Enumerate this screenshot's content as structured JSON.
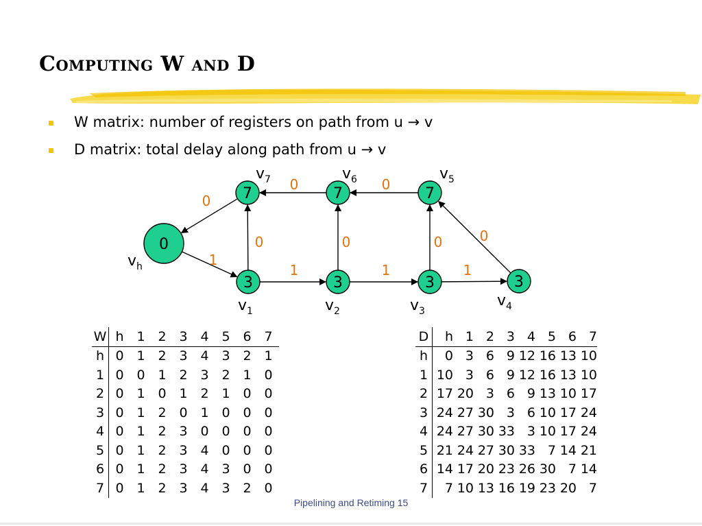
{
  "slide": {
    "title": "Computing W and D",
    "bullets": [
      "W matrix: number of registers on path from u → v",
      "D matrix: total delay along path from u → v"
    ],
    "footer": "Pipelining and Retiming 15"
  },
  "graph": {
    "nodes": [
      {
        "id": "vh",
        "delay": "0",
        "label": "v",
        "sub": "h"
      },
      {
        "id": "v1",
        "delay": "3",
        "label": "v",
        "sub": "1"
      },
      {
        "id": "v2",
        "delay": "3",
        "label": "v",
        "sub": "2"
      },
      {
        "id": "v3",
        "delay": "3",
        "label": "v",
        "sub": "3"
      },
      {
        "id": "v4",
        "delay": "3",
        "label": "v",
        "sub": "4"
      },
      {
        "id": "v5",
        "delay": "7",
        "label": "v",
        "sub": "5"
      },
      {
        "id": "v6",
        "delay": "7",
        "label": "v",
        "sub": "6"
      },
      {
        "id": "v7",
        "delay": "7",
        "label": "v",
        "sub": "7"
      }
    ],
    "edges": [
      {
        "from": "vh",
        "to": "v1",
        "weight": "1"
      },
      {
        "from": "v1",
        "to": "v2",
        "weight": "1"
      },
      {
        "from": "v2",
        "to": "v3",
        "weight": "1"
      },
      {
        "from": "v3",
        "to": "v4",
        "weight": "1"
      },
      {
        "from": "v4",
        "to": "v5",
        "weight": "0"
      },
      {
        "from": "v5",
        "to": "v6",
        "weight": "0"
      },
      {
        "from": "v6",
        "to": "v7",
        "weight": "0"
      },
      {
        "from": "v7",
        "to": "vh",
        "weight": "0"
      },
      {
        "from": "v1",
        "to": "v7",
        "weight": "0"
      },
      {
        "from": "v2",
        "to": "v6",
        "weight": "0"
      },
      {
        "from": "v3",
        "to": "v5",
        "weight": "0"
      }
    ],
    "colors": {
      "node_fill": "#1fcf8f",
      "weight_text": "#e8720c"
    }
  },
  "w_matrix": {
    "corner": "W",
    "columns": [
      "h",
      "1",
      "2",
      "3",
      "4",
      "5",
      "6",
      "7"
    ],
    "rows": [
      {
        "label": "h",
        "values": [
          "0",
          "1",
          "2",
          "3",
          "4",
          "3",
          "2",
          "1"
        ]
      },
      {
        "label": "1",
        "values": [
          "0",
          "0",
          "1",
          "2",
          "3",
          "2",
          "1",
          "0"
        ]
      },
      {
        "label": "2",
        "values": [
          "0",
          "1",
          "0",
          "1",
          "2",
          "1",
          "0",
          "0"
        ]
      },
      {
        "label": "3",
        "values": [
          "0",
          "1",
          "2",
          "0",
          "1",
          "0",
          "0",
          "0"
        ]
      },
      {
        "label": "4",
        "values": [
          "0",
          "1",
          "2",
          "3",
          "0",
          "0",
          "0",
          "0"
        ]
      },
      {
        "label": "5",
        "values": [
          "0",
          "1",
          "2",
          "3",
          "4",
          "0",
          "0",
          "0"
        ]
      },
      {
        "label": "6",
        "values": [
          "0",
          "1",
          "2",
          "3",
          "4",
          "3",
          "0",
          "0"
        ]
      },
      {
        "label": "7",
        "values": [
          "0",
          "1",
          "2",
          "3",
          "4",
          "3",
          "2",
          "0"
        ]
      }
    ]
  },
  "d_matrix": {
    "corner": "D",
    "columns": [
      "h",
      "1",
      "2",
      "3",
      "4",
      "5",
      "6",
      "7"
    ],
    "rows": [
      {
        "label": "h",
        "values": [
          "0",
          "3",
          "6",
          "9",
          "12",
          "16",
          "13",
          "10"
        ]
      },
      {
        "label": "1",
        "values": [
          "10",
          "3",
          "6",
          "9",
          "12",
          "16",
          "13",
          "10"
        ]
      },
      {
        "label": "2",
        "values": [
          "17",
          "20",
          "3",
          "6",
          "9",
          "13",
          "10",
          "17"
        ]
      },
      {
        "label": "3",
        "values": [
          "24",
          "27",
          "30",
          "3",
          "6",
          "10",
          "17",
          "24"
        ]
      },
      {
        "label": "4",
        "values": [
          "24",
          "27",
          "30",
          "33",
          "3",
          "10",
          "17",
          "24"
        ]
      },
      {
        "label": "5",
        "values": [
          "21",
          "24",
          "27",
          "30",
          "33",
          "7",
          "14",
          "21"
        ]
      },
      {
        "label": "6",
        "values": [
          "14",
          "17",
          "20",
          "23",
          "26",
          "30",
          "7",
          "14"
        ]
      },
      {
        "label": "7",
        "values": [
          "7",
          "10",
          "13",
          "16",
          "19",
          "23",
          "20",
          "7"
        ]
      }
    ]
  }
}
